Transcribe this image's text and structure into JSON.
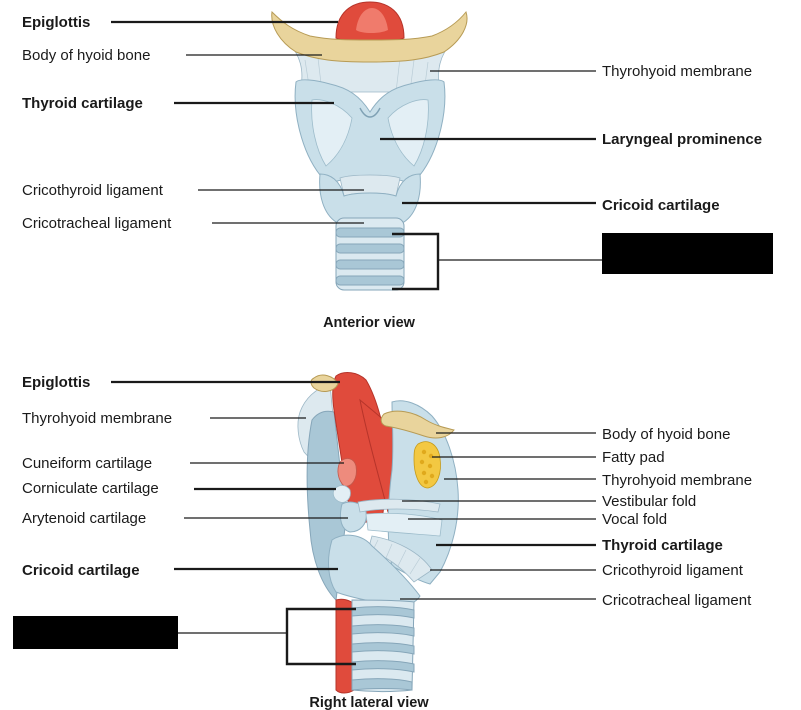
{
  "anterior": {
    "caption": "Anterior view",
    "labels": {
      "epiglottis": "Epiglottis",
      "body_of_hyoid_bone": "Body of hyoid bone",
      "thyroid_cartilage": "Thyroid cartilage",
      "cricothyroid_ligament": "Cricothyroid ligament",
      "cricotracheal_ligament": "Cricotracheal ligament",
      "thyrohyoid_membrane": "Thyrohyoid membrane",
      "laryngeal_prominence": "Laryngeal prominence",
      "cricoid_cartilage": "Cricoid cartilage"
    }
  },
  "lateral": {
    "caption": "Right lateral view",
    "labels": {
      "epiglottis": "Epiglottis",
      "thyrohyoid_membrane_left": "Thyrohyoid membrane",
      "cuneiform_cartilage": "Cuneiform cartilage",
      "corniculate_cartilage": "Corniculate cartilage",
      "arytenoid_cartilage": "Arytenoid cartilage",
      "cricoid_cartilage_left": "Cricoid cartilage",
      "body_of_hyoid_bone": "Body of hyoid bone",
      "fatty_pad": "Fatty pad",
      "thyrohyoid_membrane_right": "Thyrohyoid membrane",
      "vestibular_fold": "Vestibular fold",
      "vocal_fold": "Vocal fold",
      "thyroid_cartilage": "Thyroid cartilage",
      "cricothyroid_ligament": "Cricothyroid ligament",
      "cricotracheal_ligament": "Cricotracheal ligament"
    }
  },
  "colors": {
    "cartilage": "#c9dfe9",
    "bone": "#e9d49c",
    "epiglottis_red": "#e04b3c",
    "fat": "#f3c842",
    "redaction": "#000000"
  }
}
